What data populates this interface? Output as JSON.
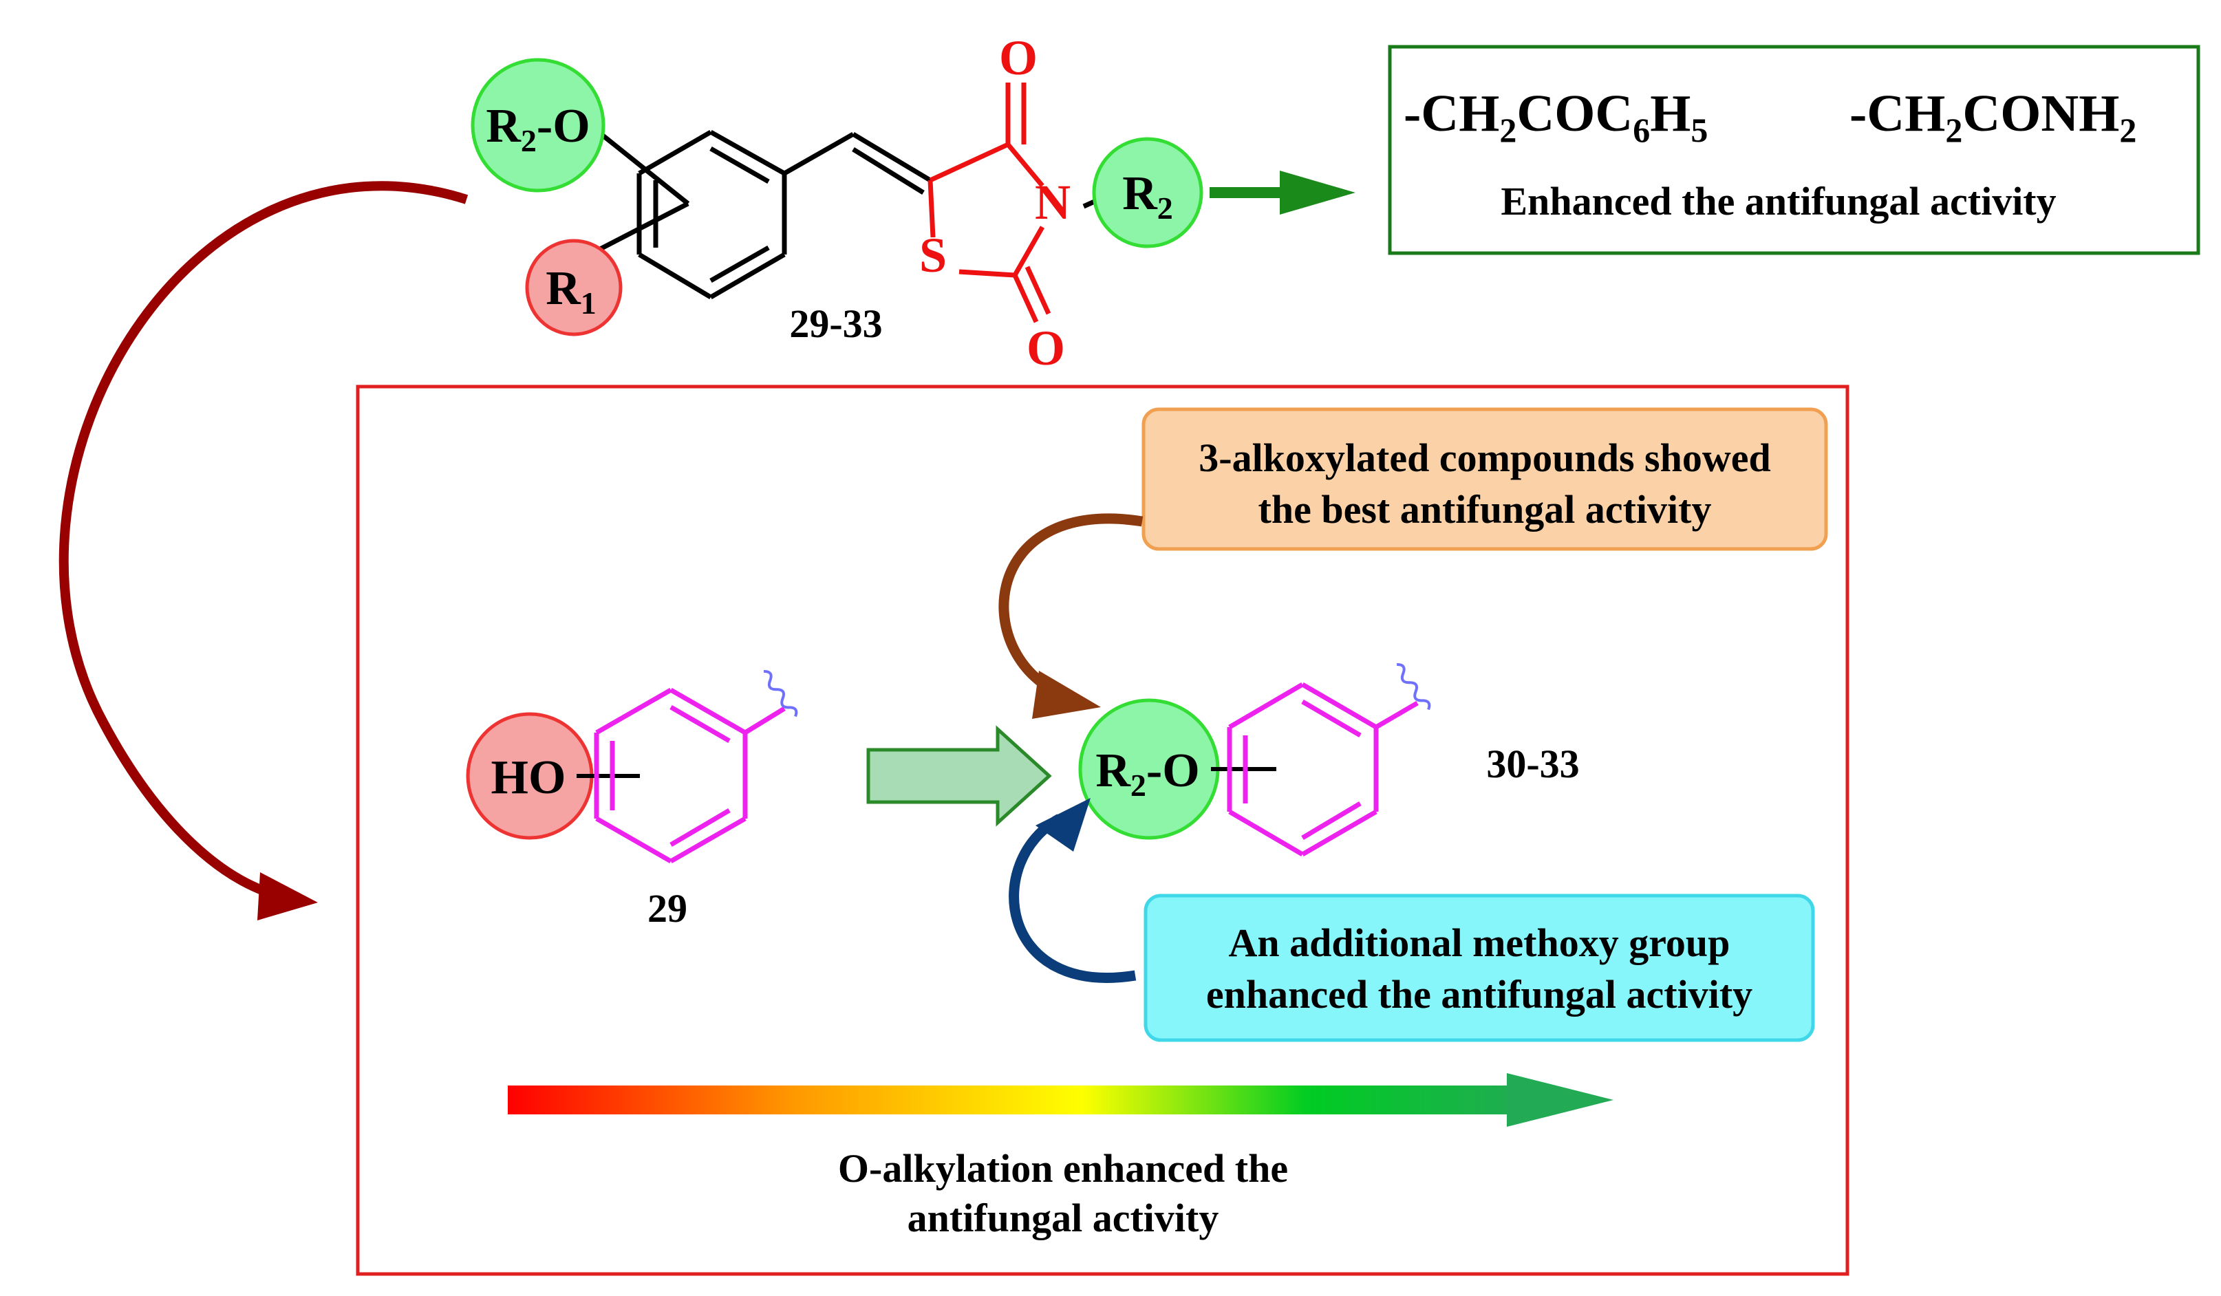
{
  "scaffold": {
    "compound_label": "29-33",
    "r2o_label": "R",
    "r2o_sub": "2",
    "r2o_tail": "-O",
    "r1_label": "R",
    "r1_sub": "1",
    "n_r2_label": "R",
    "n_r2_sub": "2",
    "atom_o_top": "O",
    "atom_o_bottom": "O",
    "atom_n": "N",
    "atom_s": "S"
  },
  "substituents_box": {
    "group1": {
      "p1": "-CH",
      "s1": "2",
      "p2": "COC",
      "s2": "6",
      "p3": "H",
      "s3": "5"
    },
    "group2": {
      "p1": "-CH",
      "s1": "2",
      "p2": "CONH",
      "s2": "2"
    },
    "caption": "Enhanced the antifungal activity"
  },
  "sar_panel": {
    "ho_label": "HO",
    "compound_29": "29",
    "r2o_label": "R",
    "r2o_sub": "2",
    "r2o_tail": "-O",
    "compound_30_33": "30-33",
    "orange_note_line1": "3-alkoxylated compounds showed",
    "orange_note_line2": "the best antifungal activity",
    "cyan_note_line1": "An additional methoxy group",
    "cyan_note_line2": "enhanced the antifungal activity",
    "gradient_caption_line1": "O-alkylation enhanced the",
    "gradient_caption_line2": "antifungal activity"
  },
  "colors": {
    "dark_red_arrow": "#990000",
    "green_arrow": "#1a8a1a",
    "green_box_border": "#1a7a1a",
    "red_panel_border": "#e02020",
    "red_atoms": "#ee1111",
    "magenta_ring": "#ee22ee",
    "green_circle_fill": "#8cf5a8",
    "green_circle_stroke": "#33dd33",
    "red_circle_fill": "#f5a3a3",
    "red_circle_stroke": "#ee3333",
    "orange_box_fill": "#fbd2a8",
    "orange_box_stroke": "#f0a050",
    "cyan_box_fill": "#86f6fb",
    "cyan_box_stroke": "#40d8e8",
    "brown_arrow": "#8b3a10",
    "navy_arrow": "#0a3d7a",
    "block_arrow_fill": "#a8dcb4",
    "block_arrow_stroke": "#2a8a2a",
    "wavy_bond": "#7070ff"
  },
  "icons": {
    "curved_arrow_main": "curved-arrow",
    "straight_arrow": "right-arrow",
    "block_arrow": "block-arrow",
    "gradient_arrow": "gradient-arrow"
  }
}
